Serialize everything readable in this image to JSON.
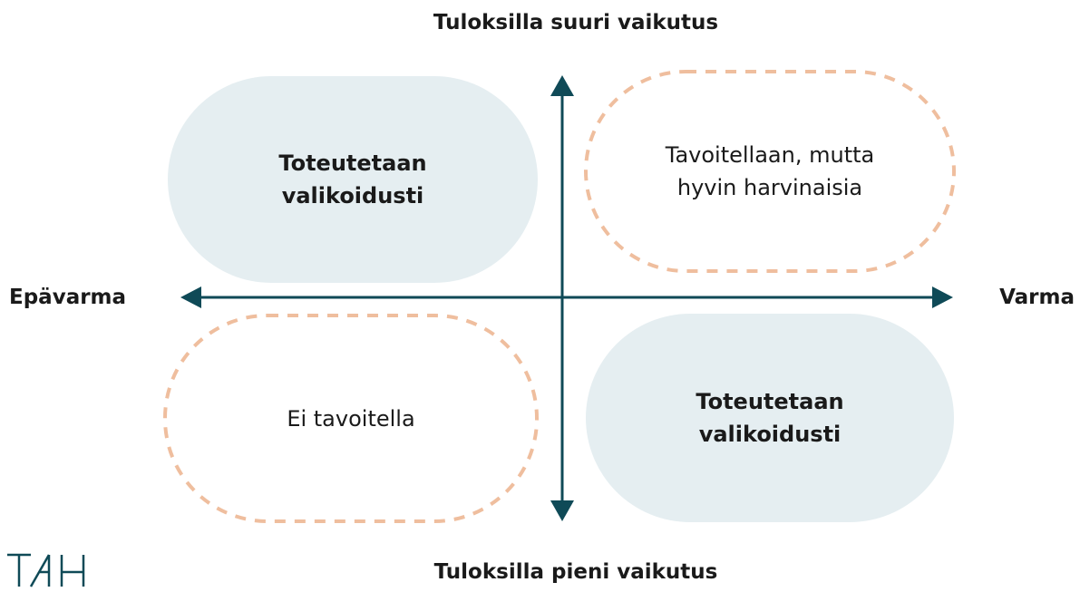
{
  "axes": {
    "top": "Tuloksilla suuri vaikutus",
    "bottom": "Tuloksilla pieni vaikutus",
    "left": "Epävarma",
    "right": "Varma"
  },
  "quadrants": {
    "top_left": "Toteutetaan\nvalikoidusti",
    "top_right": "Tavoitellaan, mutta\nhyvin harvinaisia",
    "bottom_left": "Ei tavoitella",
    "bottom_right": "Toteutetaan\nvalikoidusti"
  },
  "logo": "TAH",
  "colors": {
    "axis": "#0f4a57",
    "solid_fill": "#e5eef1",
    "dashed_outline": "#efbe9e",
    "text": "#1a1a1a"
  }
}
